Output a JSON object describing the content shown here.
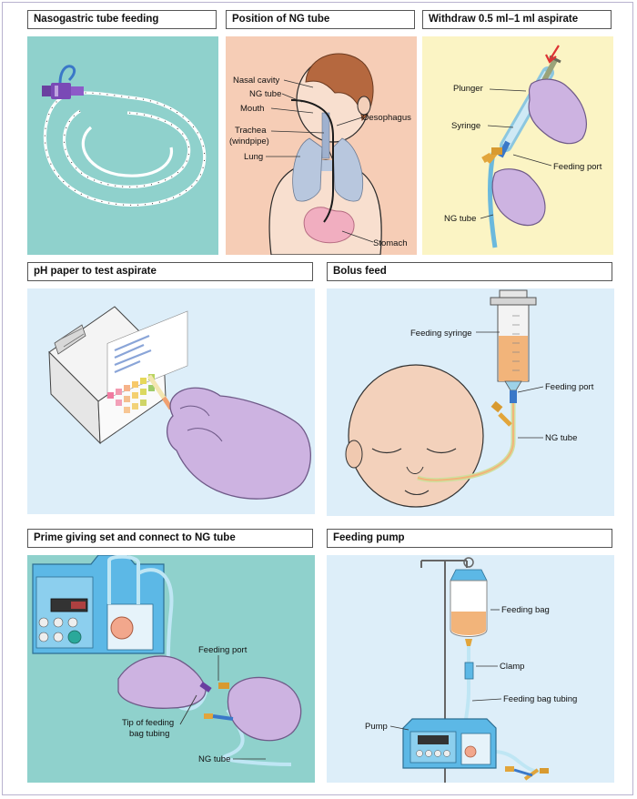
{
  "colors": {
    "teal": "#8fd1cc",
    "peach": "#f6cdb6",
    "cream": "#fbf4c4",
    "lightblue": "#ddeef9",
    "glove": "#cdb3e1",
    "pump_blue": "#5cb8e6",
    "feed": "#f2b47a",
    "skin": "#f3d1bb"
  },
  "panels": {
    "ng_feeding": {
      "title": "Nasogastric tube feeding"
    },
    "ng_position": {
      "title": "Position of NG tube",
      "labels": {
        "nasal_cavity": "Nasal cavity",
        "ng_tube": "NG tube",
        "mouth": "Mouth",
        "trachea_1": "Trachea",
        "trachea_2": "(windpipe)",
        "lung": "Lung",
        "oesophagus": "Oesophagus",
        "stomach": "Stomach"
      }
    },
    "withdraw": {
      "title": "Withdraw 0.5 ml–1 ml aspirate",
      "labels": {
        "plunger": "Plunger",
        "syringe": "Syringe",
        "feeding_port": "Feeding port",
        "ng_tube": "NG tube"
      }
    },
    "ph_paper": {
      "title": "pH paper to test aspirate"
    },
    "bolus": {
      "title": "Bolus feed",
      "labels": {
        "feeding_syringe": "Feeding syringe",
        "feeding_port": "Feeding port",
        "ng_tube": "NG tube"
      }
    },
    "prime": {
      "title": "Prime giving set and connect to NG tube",
      "labels": {
        "feeding_port": "Feeding port",
        "tip_1": "Tip of feeding",
        "tip_2": "bag tubing",
        "ng_tube": "NG tube"
      }
    },
    "pump": {
      "title": "Feeding pump",
      "labels": {
        "feeding_bag": "Feeding bag",
        "clamp": "Clamp",
        "tubing": "Feeding bag tubing",
        "pump": "Pump"
      }
    }
  }
}
